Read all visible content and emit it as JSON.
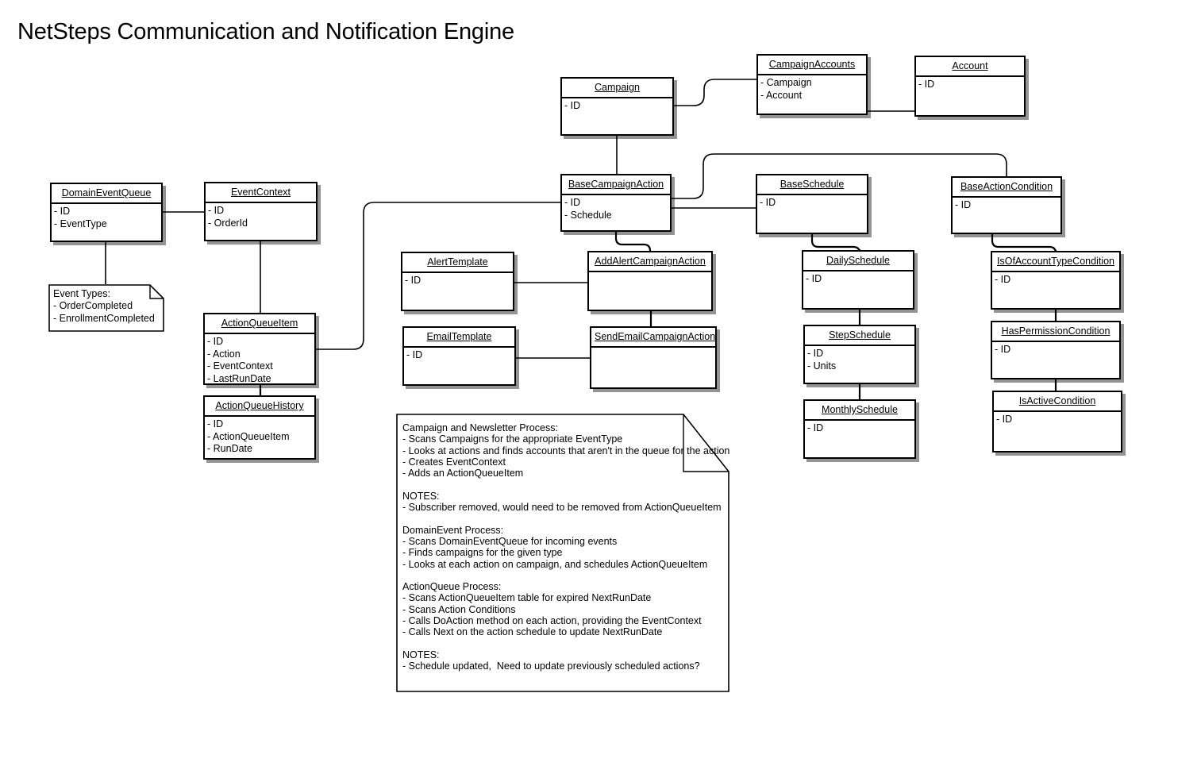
{
  "title": "NetSteps Communication and Notification Engine",
  "colors": {
    "background": "#ffffff",
    "stroke": "#000000",
    "shadow": "rgba(0,0,0,0.42)"
  },
  "classes": [
    {
      "id": "domaineventqueue",
      "name": "DomainEventQueue",
      "attrs": [
        "- ID",
        "- EventType"
      ]
    },
    {
      "id": "eventcontext",
      "name": "EventContext",
      "attrs": [
        "- ID",
        "- OrderId"
      ]
    },
    {
      "id": "actionqueueitem",
      "name": "ActionQueueItem",
      "attrs": [
        "- ID",
        "- Action",
        "- EventContext",
        "- LastRunDate"
      ]
    },
    {
      "id": "actionqueuehistory",
      "name": "ActionQueueHistory",
      "attrs": [
        "- ID",
        "- ActionQueueItem",
        "- RunDate"
      ]
    },
    {
      "id": "campaign",
      "name": "Campaign",
      "attrs": [
        "- ID"
      ]
    },
    {
      "id": "campaignaccounts",
      "name": "CampaignAccounts",
      "attrs": [
        "- Campaign",
        "- Account"
      ]
    },
    {
      "id": "account",
      "name": "Account",
      "attrs": [
        "- ID"
      ]
    },
    {
      "id": "basecampaignaction",
      "name": "BaseCampaignAction",
      "attrs": [
        "- ID",
        "- Schedule"
      ]
    },
    {
      "id": "alerttemplate",
      "name": "AlertTemplate",
      "attrs": [
        "- ID"
      ]
    },
    {
      "id": "emailtemplate",
      "name": "EmailTemplate",
      "attrs": [
        "- ID"
      ]
    },
    {
      "id": "addalertcampaignaction",
      "name": "AddAlertCampaignAction",
      "attrs": []
    },
    {
      "id": "sendemailcampaignaction",
      "name": "SendEmailCampaignAction",
      "attrs": []
    },
    {
      "id": "baseschedule",
      "name": "BaseSchedule",
      "attrs": [
        "- ID"
      ]
    },
    {
      "id": "dailyschedule",
      "name": "DailySchedule",
      "attrs": [
        "- ID"
      ]
    },
    {
      "id": "stepschedule",
      "name": "StepSchedule",
      "attrs": [
        "- ID",
        "- Units"
      ]
    },
    {
      "id": "monthlyschedule",
      "name": "MonthlySchedule",
      "attrs": [
        "- ID"
      ]
    },
    {
      "id": "baseactioncondition",
      "name": "BaseActionCondition",
      "attrs": [
        "- ID"
      ]
    },
    {
      "id": "isofaccounttypecondition",
      "name": "IsOfAccountTypeCondition",
      "attrs": [
        "- ID"
      ]
    },
    {
      "id": "haspermissioncondition",
      "name": "HasPermissionCondition",
      "attrs": [
        "- ID"
      ]
    },
    {
      "id": "isactivecondition",
      "name": "IsActiveCondition",
      "attrs": [
        "- ID"
      ]
    }
  ],
  "notes": {
    "event_types": "Event Types:\n- OrderCompleted\n- EnrollmentCompleted",
    "process": "Campaign and Newsletter Process:\n- Scans Campaigns for the appropriate EventType\n- Looks at actions and finds accounts that aren't in the queue for the action\n- Creates EventContext\n- Adds an ActionQueueItem\n\nNOTES:\n- Subscriber removed, would need to be removed from ActionQueueItem\n\nDomainEvent Process:\n- Scans DomainEventQueue for incoming events\n- Finds campaigns for the given type\n- Looks at each action on campaign, and schedules ActionQueueItem\n\nActionQueue Process:\n- Scans ActionQueueItem table for expired NextRunDate\n- Scans Action Conditions\n- Calls DoAction method on each action, providing the EventContext\n- Calls Next on the action schedule to update NextRunDate\n\nNOTES:\n- Schedule updated,  Need to update previously scheduled actions?"
  }
}
